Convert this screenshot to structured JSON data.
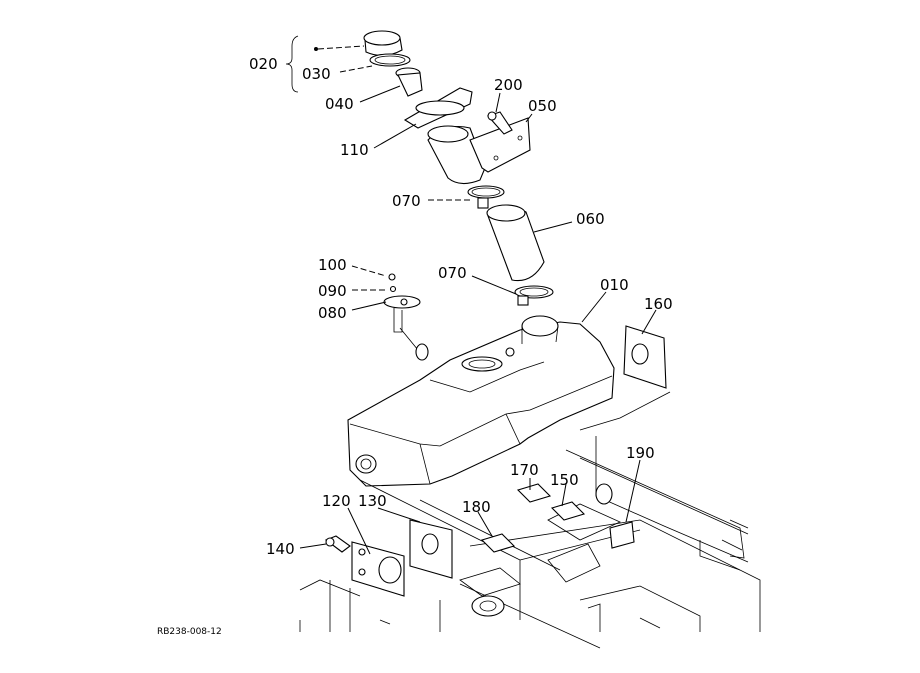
{
  "diagram": {
    "reference": "RB238-008-12",
    "labels": {
      "p020": "020",
      "p030": "030",
      "p040": "040",
      "p110": "110",
      "p200": "200",
      "p050": "050",
      "p070a": "070",
      "p060": "060",
      "p100": "100",
      "p090": "090",
      "p080": "080",
      "p070b": "070",
      "p010": "010",
      "p160": "160",
      "p170": "170",
      "p150": "150",
      "p190": "190",
      "p180": "180",
      "p120": "120",
      "p130": "130",
      "p140": "140"
    }
  }
}
